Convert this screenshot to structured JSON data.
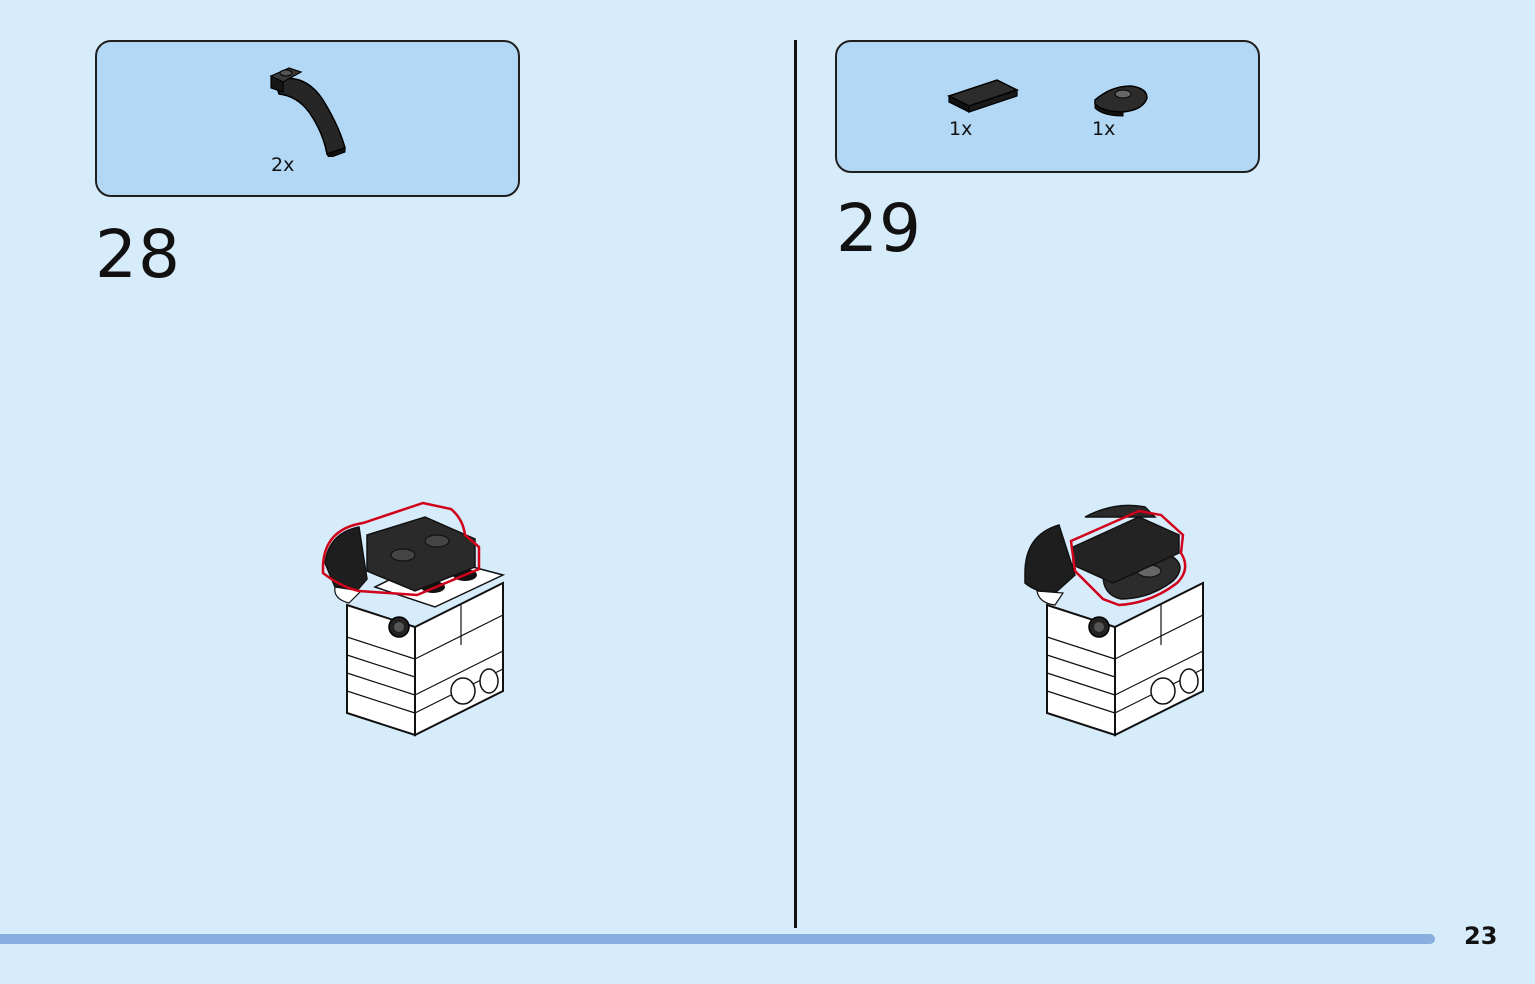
{
  "steps": [
    {
      "number": "28",
      "parts": [
        {
          "icon": "curved-slope-brick-icon",
          "qty": "2x"
        }
      ]
    },
    {
      "number": "29",
      "parts": [
        {
          "icon": "flat-tile-icon",
          "qty": "1x"
        },
        {
          "icon": "round-plate-icon",
          "qty": "1x"
        }
      ]
    }
  ],
  "page_number": "23",
  "colors": {
    "background": "#d7ecfb",
    "parts_box": "#b3d8f5",
    "highlight_outline": "#d0021b",
    "brick_black": "#1e1e1e",
    "brick_white": "#ffffff",
    "progress_bar": "#89aee0"
  }
}
